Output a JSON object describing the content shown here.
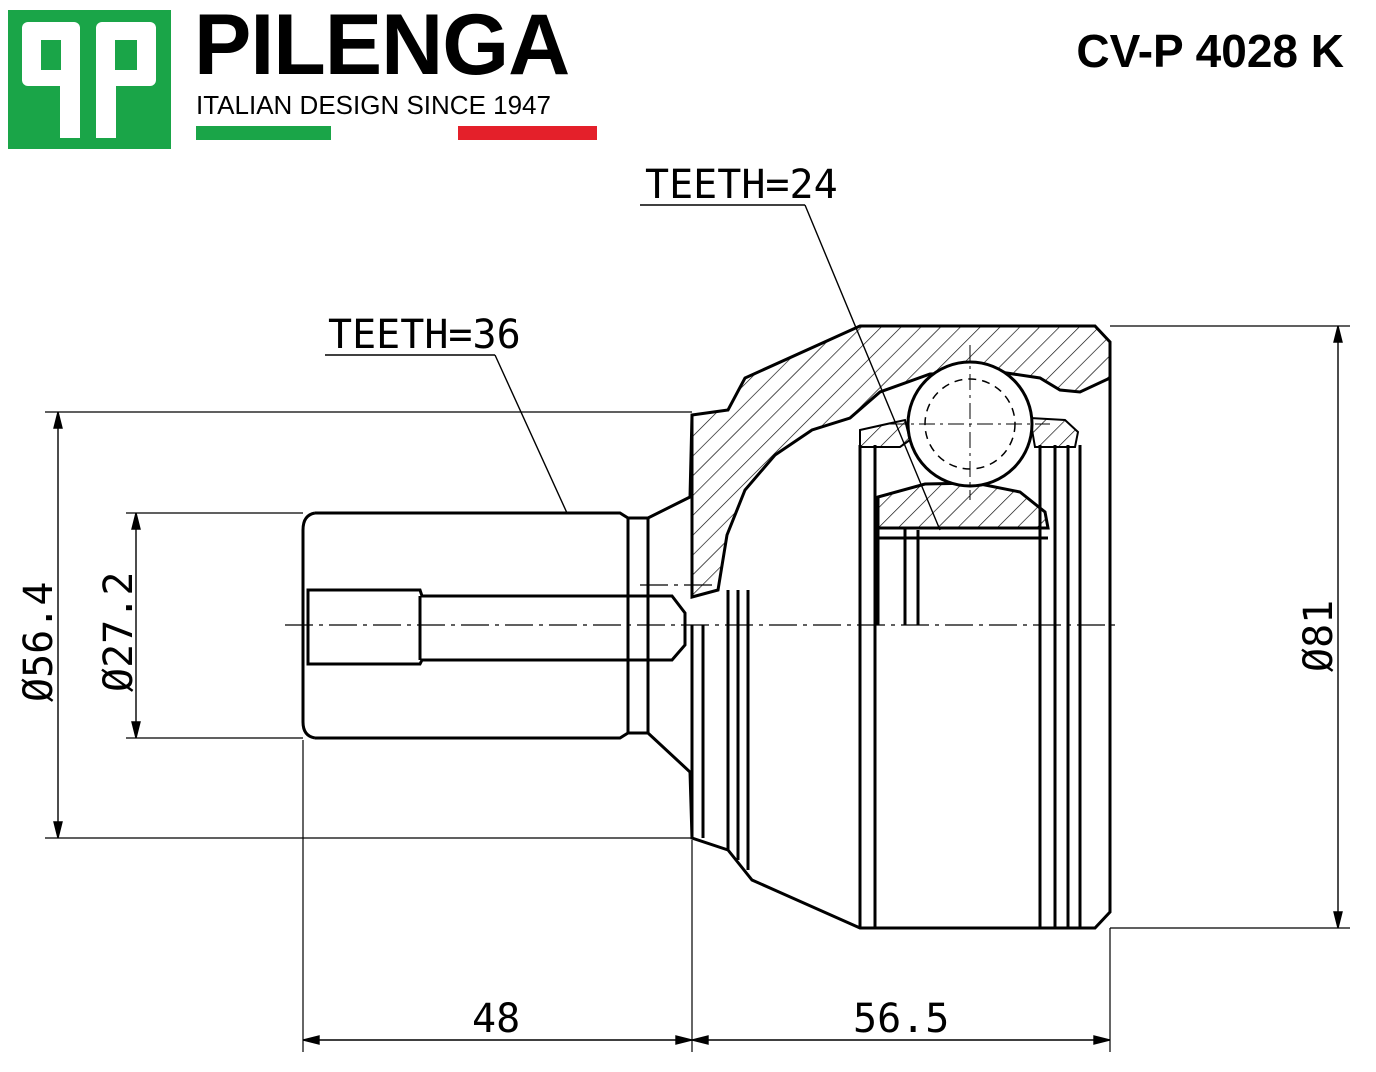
{
  "header": {
    "logo_letters": "qp",
    "brand_name": "PILENGA",
    "tagline": "ITALIAN DESIGN SINCE 1947",
    "part_number": "CV-P 4028 K"
  },
  "colors": {
    "logo_green": "#1aa548",
    "stripe_green": "#1aa548",
    "stripe_red": "#e4202a",
    "line": "#000000"
  },
  "labels": {
    "teeth_outer": "TEETH=24",
    "teeth_inner": "TEETH=36"
  },
  "dimensions": {
    "shaft_dia": "Ø56.4",
    "spline_dia": "Ø27.2",
    "bell_dia": "Ø81",
    "stem_length": "48",
    "bell_length": "56.5"
  }
}
